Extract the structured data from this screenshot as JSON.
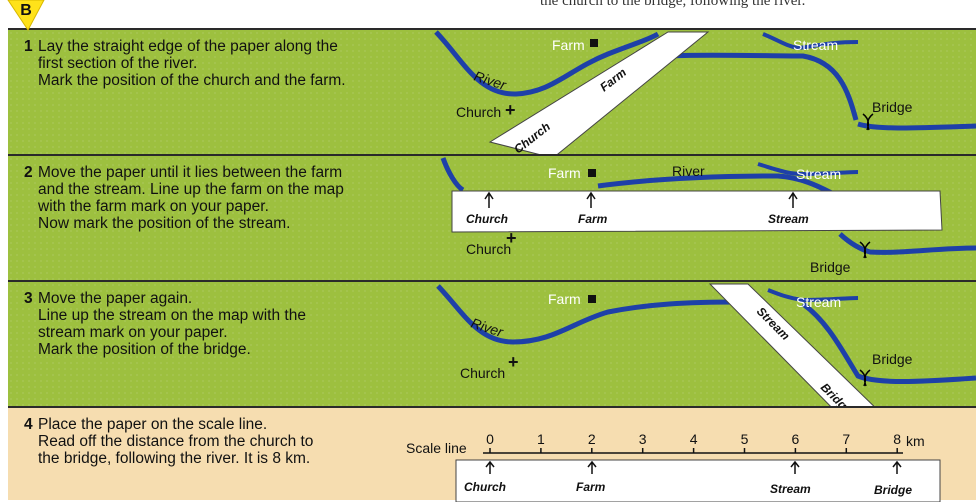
{
  "badge": {
    "letter": "B"
  },
  "top_fragment": "the church to the bridge, following the river.",
  "steps": [
    {
      "num": "1",
      "lines": [
        "Lay the straight edge of the paper along the",
        "first section of the river.",
        "Mark the position of the church and the farm."
      ]
    },
    {
      "num": "2",
      "lines": [
        "Move the paper until it lies between the farm",
        "and the stream. Line up the farm on the map",
        "with the farm mark on your paper.",
        "Now mark the position of the stream."
      ]
    },
    {
      "num": "3",
      "lines": [
        "Move the paper again.",
        "Line up the stream on the map with the",
        "stream mark on your paper.",
        "Mark the position of the bridge."
      ]
    },
    {
      "num": "4",
      "lines": [
        "Place the paper on the scale line.",
        "Read off the distance from the church to",
        "the bridge, following the river. It is 8 km."
      ]
    }
  ],
  "map_labels": {
    "river": "River",
    "farm": "Farm",
    "church": "Church",
    "stream": "Stream",
    "bridge": "Bridge",
    "paper_church": "Church",
    "paper_farm": "Farm",
    "paper_stream": "Stream",
    "paper_bridge": "Bridge"
  },
  "scale": {
    "label": "Scale line",
    "unit": "km",
    "ticks": [
      "0",
      "1",
      "2",
      "3",
      "4",
      "5",
      "6",
      "7",
      "8"
    ]
  },
  "colors": {
    "map_green": "#9dc03f",
    "river_blue": "#1e40a8",
    "scale_panel": "#f6ddb0",
    "badge_yellow": "#ffe21a"
  }
}
